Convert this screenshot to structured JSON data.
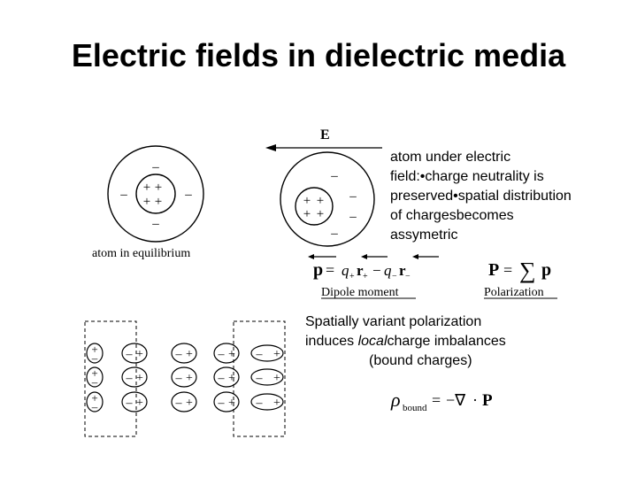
{
  "slide": {
    "title": "Electric fields in dielectric media"
  },
  "diagram": {
    "field_label": "E",
    "atom_eq_label": "atom in equilibrium",
    "dipole_label": "Dipole moment",
    "polarization_label": "Polarization",
    "minus": "–",
    "plus": "+"
  },
  "notes": {
    "atom_field_line1": "atom under electric",
    "atom_field_line2": "field:•charge neutrality is",
    "atom_field_line3": "preserved•spatial distribution",
    "atom_field_line4": "of chargesbecomes",
    "atom_field_line5": "assymetric",
    "spatial_line1": "Spatially variant polarization",
    "spatial_line2_prefix": "induces ",
    "spatial_line2_italic": "local",
    "spatial_line2_suffix": "charge imbalances",
    "spatial_line3": "(bound charges)"
  }
}
